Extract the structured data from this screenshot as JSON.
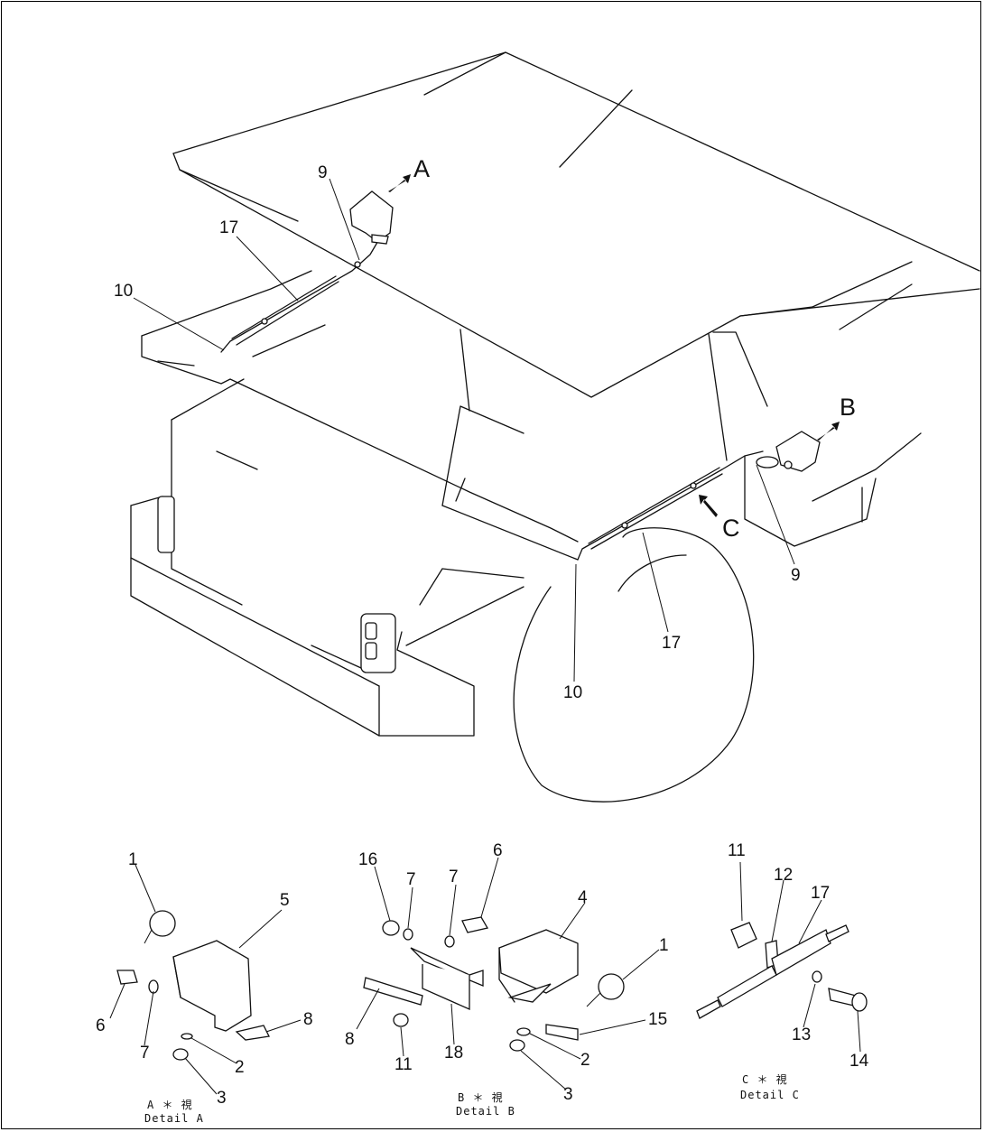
{
  "views": {
    "A": "A",
    "B": "B",
    "C": "C"
  },
  "main_labels": {
    "9a": "9",
    "9b": "9",
    "17a": "17",
    "17b": "17",
    "10a": "10",
    "10b": "10"
  },
  "detail_a": {
    "caption_line1": "A  ＊  視",
    "caption_line2": "Detail  A",
    "labels": {
      "p1": "1",
      "p5": "5",
      "p6": "6",
      "p7": "7",
      "p8": "8",
      "p2": "2",
      "p3": "3"
    }
  },
  "detail_b": {
    "caption_line1": "B  ＊  視",
    "caption_line2": "Detail  B",
    "labels": {
      "p16": "16",
      "p7a": "7",
      "p7b": "7",
      "p6": "6",
      "p4": "4",
      "p1": "1",
      "p15": "15",
      "p8": "8",
      "p11": "11",
      "p18": "18",
      "p2": "2",
      "p3": "3"
    }
  },
  "detail_c": {
    "caption_line1": "C  ＊  視",
    "caption_line2": "Detail  C",
    "labels": {
      "p11": "11",
      "p12": "12",
      "p17": "17",
      "p13": "13",
      "p14": "14"
    }
  }
}
